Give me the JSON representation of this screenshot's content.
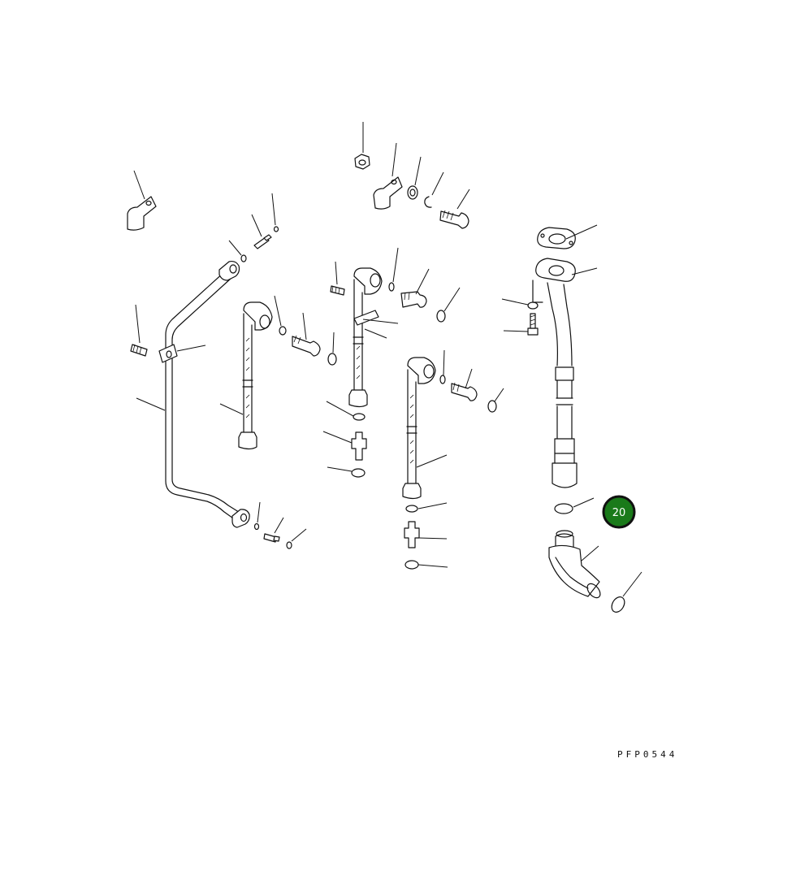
{
  "diagram": {
    "drawing_code": "PFP0544",
    "callout": {
      "label": "20",
      "color": "#1a7a1a",
      "ring_color": "#111111"
    },
    "assemblies": [
      "left-steel-pipe-assembly",
      "hose-assembly-1",
      "hose-assembly-2",
      "hose-assembly-3",
      "flanged-tube-hose-assembly",
      "elbow-fitting"
    ]
  }
}
